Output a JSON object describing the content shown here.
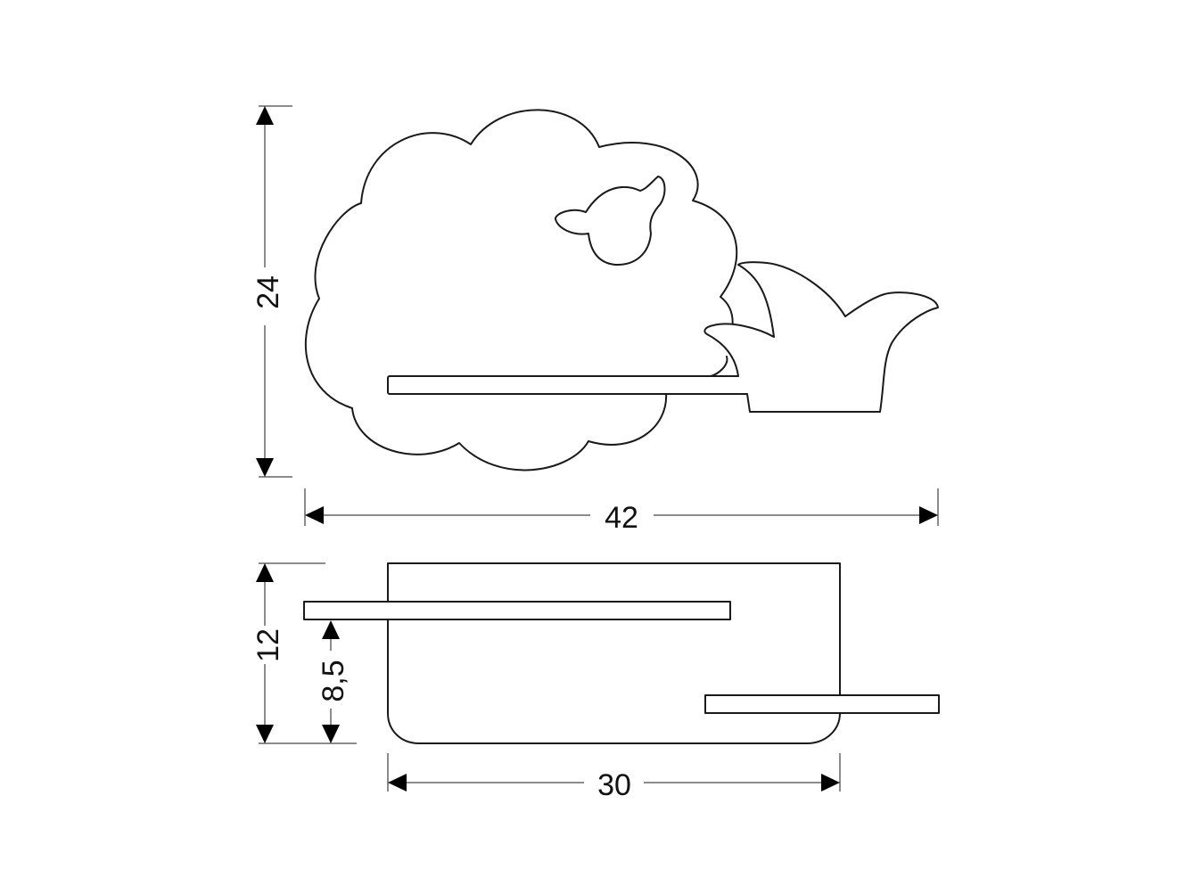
{
  "dimensions": {
    "height_total": "24",
    "width_total": "42",
    "depth_total": "12",
    "lower_shelf_height": "8,5",
    "back_width": "30"
  },
  "colors": {
    "line": "#1a1a1a",
    "arrow": "#000000",
    "background": "#ffffff"
  }
}
